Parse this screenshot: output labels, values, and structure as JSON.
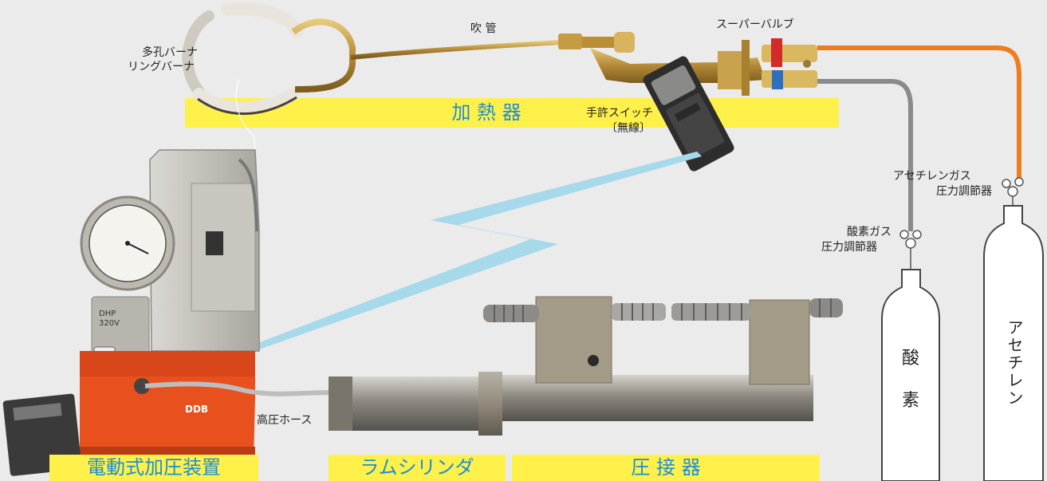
{
  "bands": {
    "heater": "加 熱 器",
    "pump": "電動式加圧装置",
    "ram": "ラムシリンダ",
    "joiner": "圧 接 器"
  },
  "labels": {
    "burner_line1": "多孔バーナ",
    "burner_line2": "リングバーナ",
    "blowpipe": "吹 管",
    "super_valve": "スーパーバルブ",
    "hand_switch_line1": "手許スイッチ",
    "hand_switch_line2": "〔無線〕",
    "acetylene_reg_line1": "アセチレンガス",
    "acetylene_reg_line2": "圧力調節器",
    "oxygen_reg_line1": "酸素ガス",
    "oxygen_reg_line2": "圧力調節器",
    "hose": "高圧ホース",
    "oxygen_tank_char1": "酸",
    "oxygen_tank_char2": "素",
    "acetylene_tank": "アセチレン"
  },
  "device_text": {
    "pump_model_line1": "DHP",
    "pump_model_line2": "320V",
    "pump_brand": "DDB"
  },
  "colors": {
    "band_yellow": "#fff04a",
    "band_text_blue": "#1a8fd8",
    "acetylene_hose": "#ee7d1e",
    "oxygen_hose": "#8a8a8a",
    "pump_orange": "#e8501e",
    "lightning_blue": "#a6d9ea"
  }
}
